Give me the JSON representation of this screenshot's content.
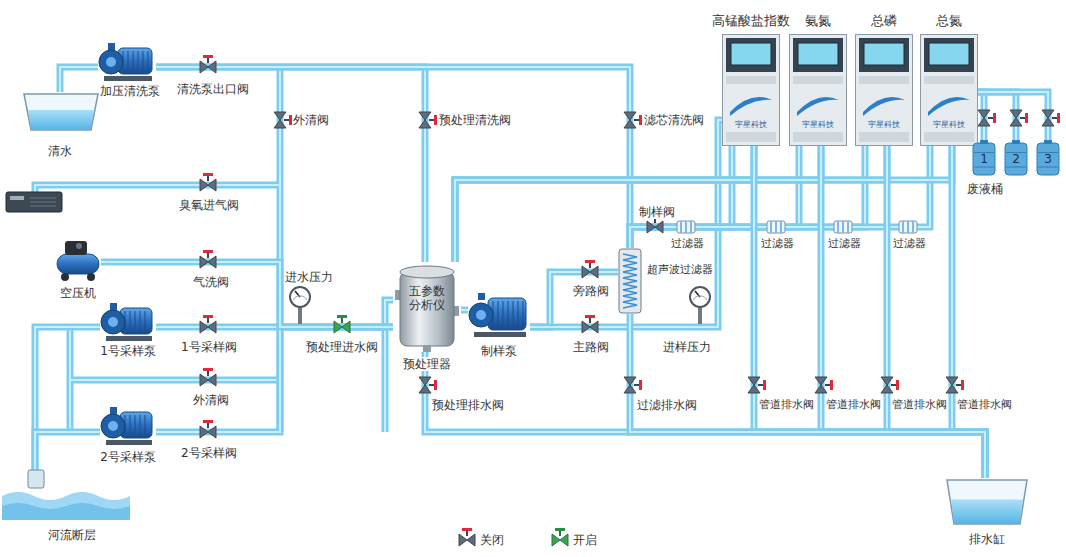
{
  "diagram": {
    "nodes": [
      {
        "text": [
          "清水"
        ]
      },
      {
        "text": [
          "加压清洗泵"
        ]
      },
      {
        "text": [
          "空压机"
        ]
      },
      {
        "text": [
          "1号采样泵"
        ]
      },
      {
        "text": [
          "2号采样泵"
        ]
      },
      {
        "text": [
          "河流断层"
        ]
      },
      {
        "text": [
          "五参数 分析仪",
          "预处理器"
        ]
      },
      {
        "text": [
          "制样泵"
        ]
      },
      {
        "text": [
          "超声波过滤器"
        ]
      },
      {
        "text": [
          "高锰酸盐指数",
          "宇星科技"
        ]
      },
      {
        "text": [
          "氨氮",
          "宇星科技"
        ]
      },
      {
        "text": [
          "总磷",
          "宇星科技"
        ]
      },
      {
        "text": [
          "总氮",
          "宇星科技"
        ]
      },
      {
        "text": [
          "1"
        ]
      },
      {
        "text": [
          "2"
        ]
      },
      {
        "text": [
          "3"
        ]
      },
      {
        "text": [
          "排水缸"
        ]
      }
    ],
    "edges": [
      {
        "from": 0,
        "to": 1,
        "arrow": "none"
      },
      {
        "from": 5,
        "to": 3,
        "arrow": "none"
      },
      {
        "from": 5,
        "to": 4,
        "arrow": "none"
      },
      {
        "from": 3,
        "to": 6,
        "arrow": "none"
      },
      {
        "from": 4,
        "to": 6,
        "arrow": "none"
      },
      {
        "from": 1,
        "to": 6,
        "arrow": "none"
      },
      {
        "from": 2,
        "to": 6,
        "arrow": "none"
      },
      {
        "from": 1,
        "to": 8,
        "arrow": "none"
      },
      {
        "from": 6,
        "to": 7,
        "arrow": "none"
      },
      {
        "from": 7,
        "to": 8,
        "arrow": "none"
      },
      {
        "from": 7,
        "to": 9,
        "arrow": "none"
      },
      {
        "from": 8,
        "to": 9,
        "arrow": "none"
      },
      {
        "from": 8,
        "to": 10,
        "arrow": "none"
      },
      {
        "from": 8,
        "to": 11,
        "arrow": "none"
      },
      {
        "from": 8,
        "to": 12,
        "arrow": "none"
      },
      {
        "from": 6,
        "to": 9,
        "arrow": "none"
      },
      {
        "from": 6,
        "to": 10,
        "arrow": "none"
      },
      {
        "from": 6,
        "to": 11,
        "arrow": "none"
      },
      {
        "from": 6,
        "to": 12,
        "arrow": "none"
      },
      {
        "from": 9,
        "to": 16,
        "arrow": "none"
      },
      {
        "from": 10,
        "to": 16,
        "arrow": "none"
      },
      {
        "from": 11,
        "to": 16,
        "arrow": "none"
      },
      {
        "from": 12,
        "to": 16,
        "arrow": "none"
      },
      {
        "from": 6,
        "to": 16,
        "arrow": "none"
      },
      {
        "from": 8,
        "to": 16,
        "arrow": "none"
      },
      {
        "from": 12,
        "to": 13,
        "arrow": "none"
      },
      {
        "from": 12,
        "to": 14,
        "arrow": "none"
      },
      {
        "from": 12,
        "to": 15,
        "arrow": "none"
      }
    ],
    "labels": [
      "清洗泵出口阀",
      "外清阀",
      "臭氧进气阀",
      "气洗阀",
      "进水压力",
      "1号采样阀",
      "外清阀",
      "2号采样阀",
      "预处理进水阀",
      "预处理清洗阀",
      "滤芯清洗阀",
      "制样阀",
      "旁路阀",
      "主路阀",
      "进样压力",
      "过滤器",
      "过滤器",
      "过滤器",
      "过滤器",
      "预处理排水阀",
      "过滤排水阀",
      "管道排水阀",
      "管道排水阀",
      "管道排水阀",
      "管道排水阀",
      "废液桶"
    ],
    "legend": [
      {
        "text": "关闭"
      },
      {
        "text": "开启"
      }
    ]
  }
}
